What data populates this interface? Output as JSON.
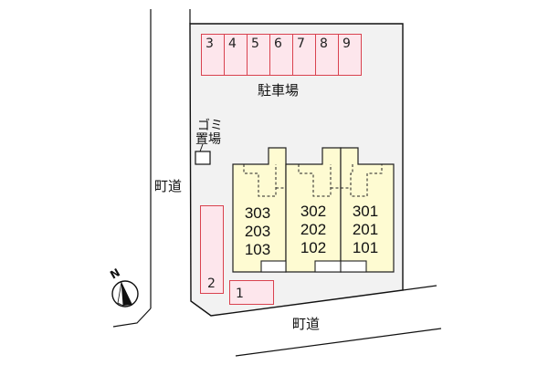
{
  "labels": {
    "parking_area": "駐車場",
    "trash_area_line1": "ゴミ",
    "trash_area_line2": "置場",
    "road_west": "町道",
    "road_south": "町道",
    "north_mark": "N"
  },
  "parking": {
    "top_row": [
      "3",
      "4",
      "5",
      "6",
      "7",
      "8",
      "9"
    ],
    "space_1": "1",
    "space_2": "2"
  },
  "buildings": [
    {
      "rooms": [
        "303",
        "203",
        "103"
      ]
    },
    {
      "rooms": [
        "302",
        "202",
        "102"
      ]
    },
    {
      "rooms": [
        "301",
        "201",
        "101"
      ]
    }
  ],
  "colors": {
    "lot_fill": "#f2f2f2",
    "building_fill": "#fefbd2",
    "parking_fill": "#fde6ec",
    "parking_border": "#d9424f",
    "line": "#111111"
  }
}
